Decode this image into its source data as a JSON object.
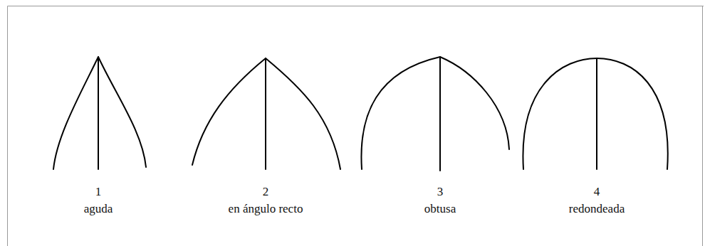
{
  "diagram": {
    "labels": [
      "1",
      "aguda",
      "2",
      "en ángulo recto",
      "3",
      "obtusa",
      "4",
      "redondeada"
    ]
  }
}
